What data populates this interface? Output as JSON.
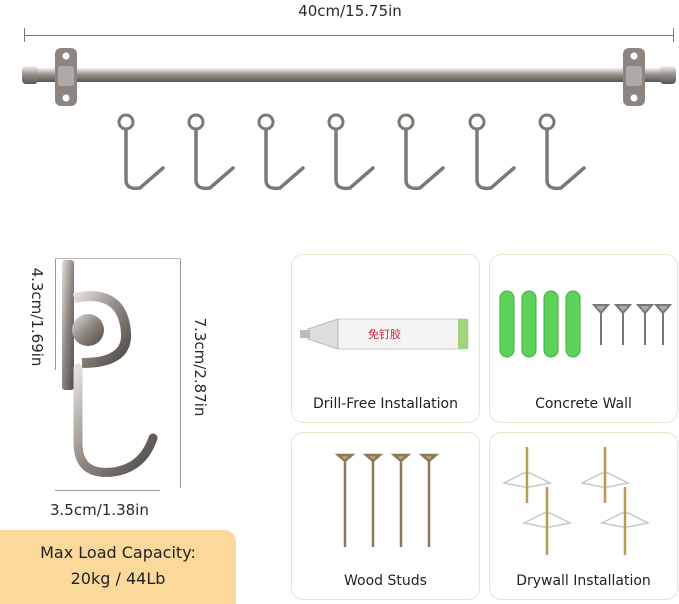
{
  "dimensions": {
    "rail_length": "40cm/15.75in",
    "hook_small_height": "4.3cm/1.69in",
    "hook_total_height": "7.3cm/2.87in",
    "hook_width": "3.5cm/1.38in"
  },
  "load": {
    "title": "Max Load Capacity:",
    "value": "20kg / 44Lb"
  },
  "cards": [
    {
      "label": "Drill-Free Installation"
    },
    {
      "label": "Concrete Wall"
    },
    {
      "label": "Wood Studs"
    },
    {
      "label": "Drywall Installation"
    }
  ],
  "glue_tube": {
    "text": "免钉胶"
  },
  "colors": {
    "card_border": "#ece3cf",
    "load_bg": "#fbd99a",
    "anchor_green": "#5ed35c",
    "metal": "#8c8580"
  }
}
